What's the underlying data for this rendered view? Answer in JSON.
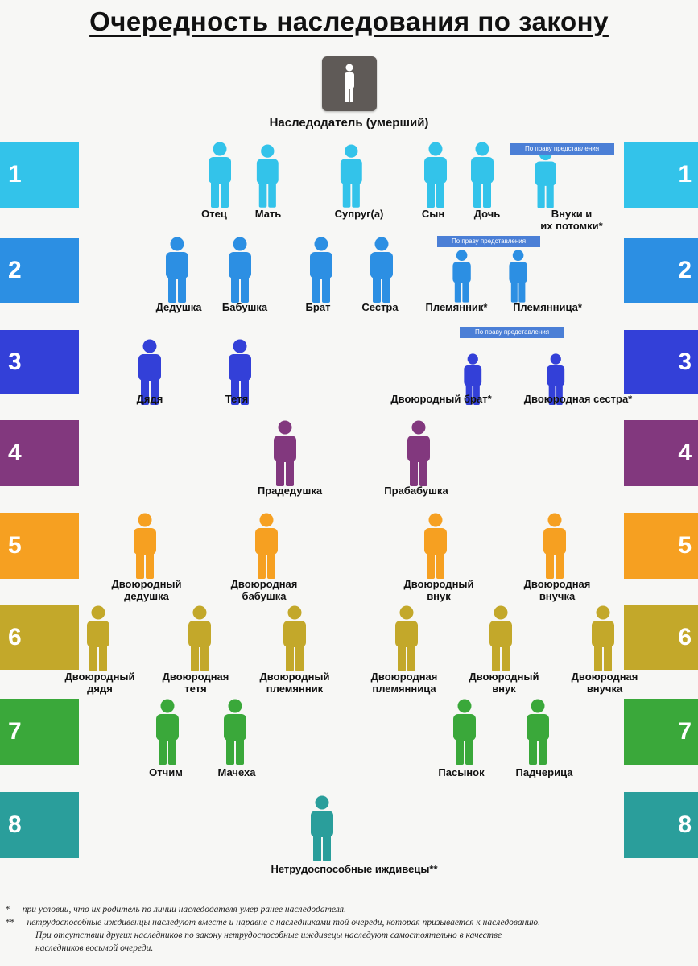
{
  "title": "Очередность наследования по закону",
  "testator_label": "Наследодатель (умерший)",
  "representation_label": "По праву представления",
  "tiers": [
    {
      "number": "1",
      "color": "#33c3ea"
    },
    {
      "number": "2",
      "color": "#2c8fe3"
    },
    {
      "number": "3",
      "color": "#3340d8"
    },
    {
      "number": "4",
      "color": "#82387e"
    },
    {
      "number": "5",
      "color": "#f6a021"
    },
    {
      "number": "6",
      "color": "#c3a82a"
    },
    {
      "number": "7",
      "color": "#3aa83a"
    },
    {
      "number": "8",
      "color": "#2a9e9b"
    }
  ],
  "testator_color": "#5f5a57",
  "heirs": [
    {
      "tier": 1,
      "label": "Отец"
    },
    {
      "tier": 1,
      "label": "Мать"
    },
    {
      "tier": 1,
      "label": "Супруг(а)"
    },
    {
      "tier": 1,
      "label": "Сын"
    },
    {
      "tier": 1,
      "label": "Дочь"
    },
    {
      "tier": 1,
      "label": "Внуки и\nих потомки*"
    },
    {
      "tier": 2,
      "label": "Дедушка"
    },
    {
      "tier": 2,
      "label": "Бабушка"
    },
    {
      "tier": 2,
      "label": "Брат"
    },
    {
      "tier": 2,
      "label": "Сестра"
    },
    {
      "tier": 2,
      "label": "Племянник*"
    },
    {
      "tier": 2,
      "label": "Племянница*"
    },
    {
      "tier": 3,
      "label": "Дядя"
    },
    {
      "tier": 3,
      "label": "Тетя"
    },
    {
      "tier": 3,
      "label": "Двоюродный брат*"
    },
    {
      "tier": 3,
      "label": "Двоюродная сестра*"
    },
    {
      "tier": 4,
      "label": "Прадедушка"
    },
    {
      "tier": 4,
      "label": "Прабабушка"
    },
    {
      "tier": 5,
      "label": "Двоюродный\nдедушка"
    },
    {
      "tier": 5,
      "label": "Двоюродная\nбабушка"
    },
    {
      "tier": 5,
      "label": "Двоюродный\nвнук"
    },
    {
      "tier": 5,
      "label": "Двоюродная\nвнучка"
    },
    {
      "tier": 6,
      "label": "Двоюродный\nдядя"
    },
    {
      "tier": 6,
      "label": "Двоюродная\nтетя"
    },
    {
      "tier": 6,
      "label": "Двоюродный\nплемянник"
    },
    {
      "tier": 6,
      "label": "Двоюродная\nплемянница"
    },
    {
      "tier": 6,
      "label": "Двоюродный\nвнук"
    },
    {
      "tier": 6,
      "label": "Двоюродная\nвнучка"
    },
    {
      "tier": 7,
      "label": "Отчим"
    },
    {
      "tier": 7,
      "label": "Мачеха"
    },
    {
      "tier": 7,
      "label": "Пасынок"
    },
    {
      "tier": 7,
      "label": "Падчерица"
    },
    {
      "tier": 8,
      "label": "Нетрудоспособные иждивецы**"
    }
  ],
  "notes": [
    "*   — при условии, что их родитель по линии наследодателя умер ранее наследодателя.",
    "** — нетрудоспособные иждивенцы наследуют вместе и наравне с наследниками той очереди, которая призывается к наследованию.",
    "При отсутствии других наследников по закону нетрудоспособные иждивецы наследуют самостоятельно в качестве",
    "наследников восьмой очереди."
  ]
}
